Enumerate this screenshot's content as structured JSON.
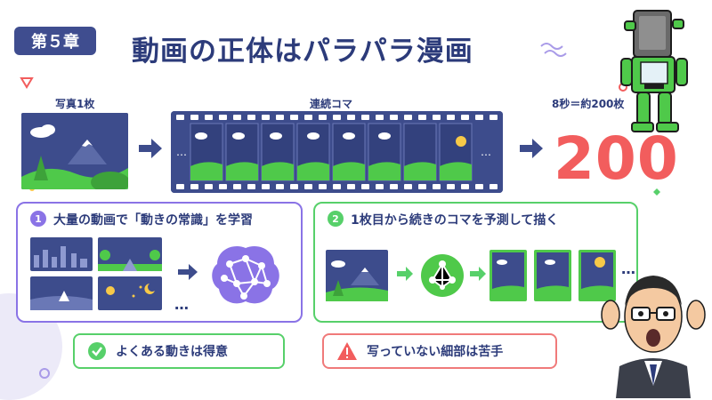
{
  "header": {
    "chapter_label": "第５章",
    "title": "動画の正体はパラパラ漫画"
  },
  "top_row": {
    "photo_label": "写真1枚",
    "film_label": "連続コマ",
    "count_label": "8秒＝約200枚",
    "count_value": "200"
  },
  "step1": {
    "number": "1",
    "title": "大量の動画で「動きの常識」を学習"
  },
  "step2": {
    "number": "2",
    "title": "1枚目から続きのコマを予測して描く"
  },
  "outcomes": {
    "good_label": "よくある動きは得意",
    "bad_label": "写っていない細部は苦手"
  },
  "ellipsis": "…",
  "colors": {
    "navy": "#3d4c8c",
    "title_navy": "#2c3b7a",
    "purple": "#8a73e6",
    "green": "#57d06a",
    "red": "#f25d5d"
  }
}
